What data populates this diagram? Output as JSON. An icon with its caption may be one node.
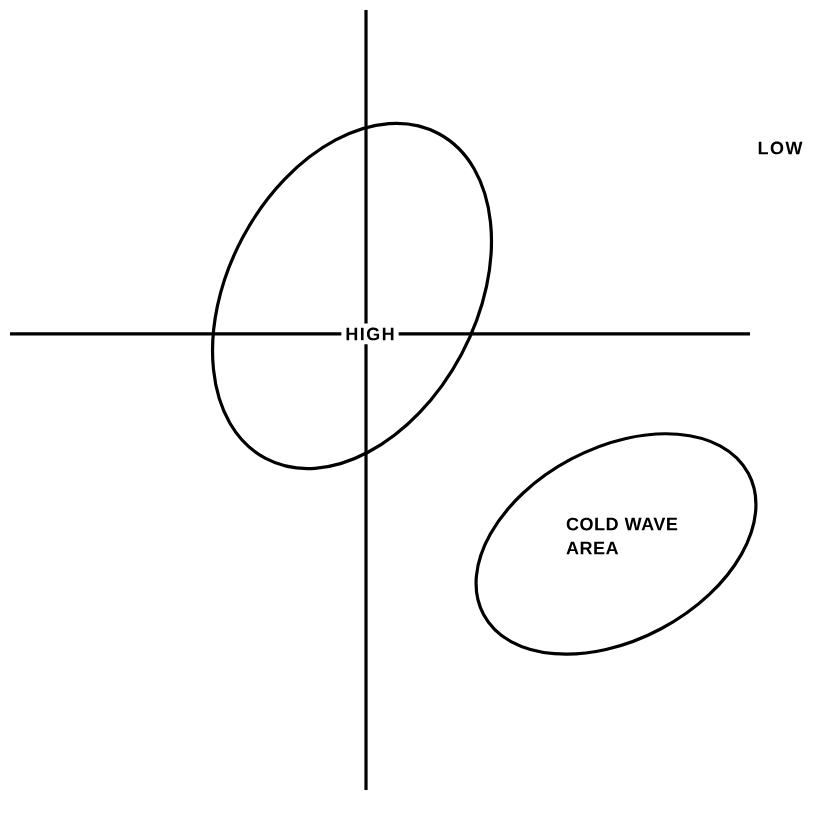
{
  "diagram": {
    "nodes": [
      {
        "text": [
          "HIGH"
        ]
      },
      {
        "text": [
          "COLD WAVE AREA"
        ]
      }
    ],
    "labels": [
      "LOW"
    ]
  }
}
